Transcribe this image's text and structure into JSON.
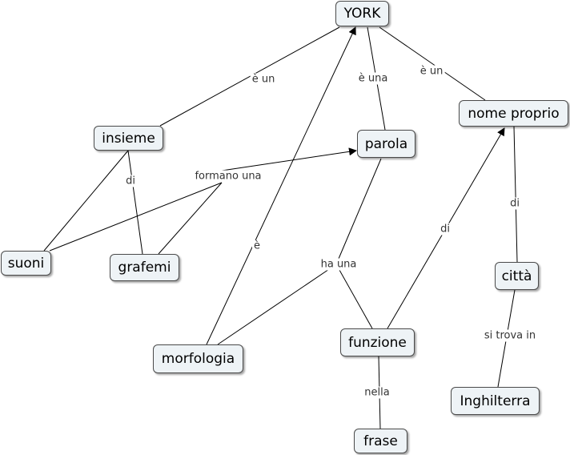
{
  "concepts": {
    "york": "YORK",
    "insieme": "insieme",
    "parola": "parola",
    "nome_proprio": "nome proprio",
    "suoni": "suoni",
    "grafemi": "grafemi",
    "citta": "città",
    "morfologia": "morfologia",
    "funzione": "funzione",
    "inghilterra": "Inghilterra",
    "frase": "frase"
  },
  "links": {
    "e_un_left": "è un",
    "e_una": "è una",
    "e_un_right": "è un",
    "di_insieme": "di",
    "formano_una": "formano una",
    "di_nome": "di",
    "e_morf": "è",
    "ha_una": "ha una",
    "di_funz": "di",
    "si_trova_in": "si trova in",
    "nella": "nella"
  }
}
